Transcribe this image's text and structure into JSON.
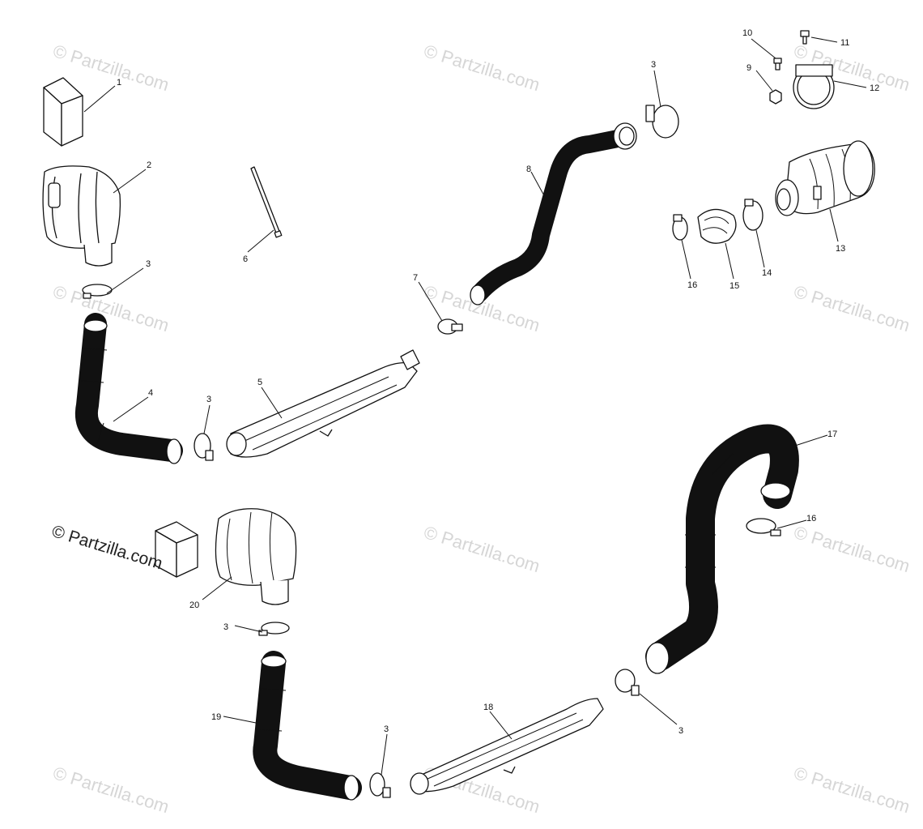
{
  "watermark_text": "© Partzilla.com",
  "copyright_text": "© Partzilla.com",
  "callouts": [
    {
      "id": "c1",
      "label": "1"
    },
    {
      "id": "c2",
      "label": "2"
    },
    {
      "id": "c3a",
      "label": "3"
    },
    {
      "id": "c4",
      "label": "4"
    },
    {
      "id": "c3b",
      "label": "3"
    },
    {
      "id": "c5",
      "label": "5"
    },
    {
      "id": "c6",
      "label": "6"
    },
    {
      "id": "c7",
      "label": "7"
    },
    {
      "id": "c3c",
      "label": "3"
    },
    {
      "id": "c8",
      "label": "8"
    },
    {
      "id": "c10",
      "label": "10"
    },
    {
      "id": "c11",
      "label": "11"
    },
    {
      "id": "c9",
      "label": "9"
    },
    {
      "id": "c12",
      "label": "12"
    },
    {
      "id": "c13",
      "label": "13"
    },
    {
      "id": "c14",
      "label": "14"
    },
    {
      "id": "c15",
      "label": "15"
    },
    {
      "id": "c16a",
      "label": "16"
    },
    {
      "id": "c17",
      "label": "17"
    },
    {
      "id": "c16b",
      "label": "16"
    },
    {
      "id": "c20",
      "label": "20"
    },
    {
      "id": "c3d",
      "label": "3"
    },
    {
      "id": "c19",
      "label": "19"
    },
    {
      "id": "c3e",
      "label": "3"
    },
    {
      "id": "c18",
      "label": "18"
    },
    {
      "id": "c3f",
      "label": "3"
    }
  ]
}
